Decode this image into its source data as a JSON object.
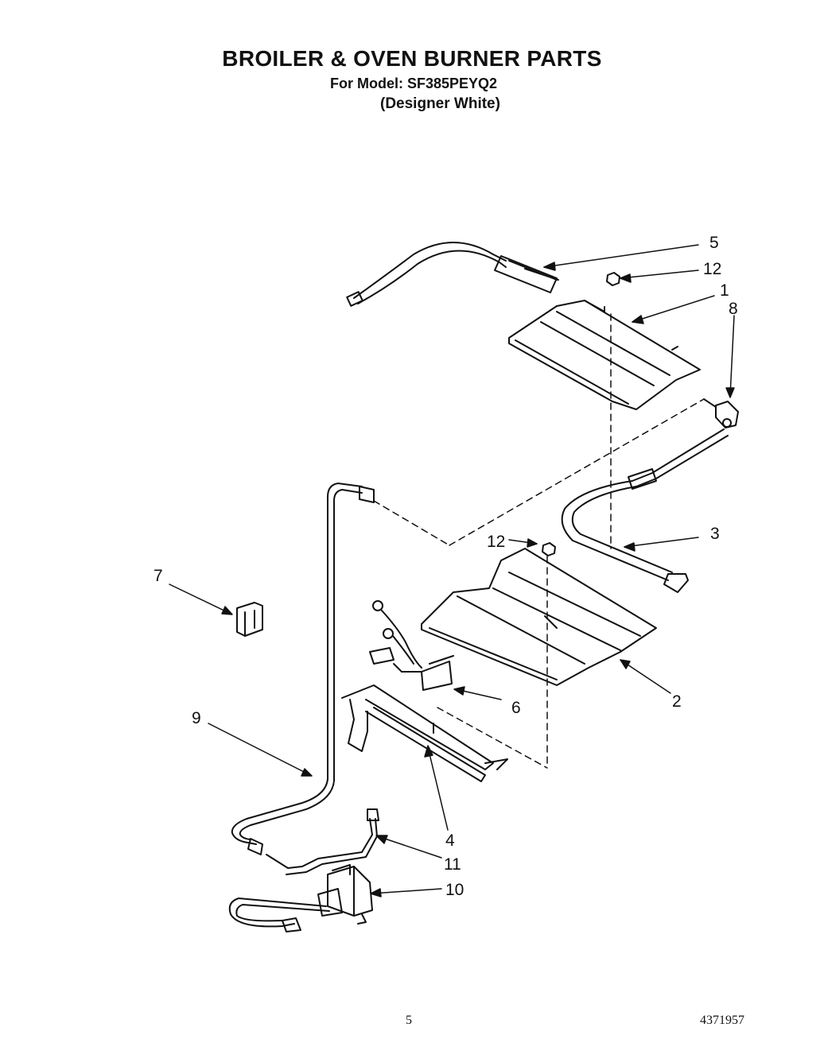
{
  "header": {
    "title": "BROILER & OVEN BURNER PARTS",
    "model_line": "For Model: SF385PEYQ2",
    "variant": "(Designer White)"
  },
  "callouts": [
    "5",
    "12",
    "1",
    "8",
    "3",
    "12",
    "7",
    "2",
    "6",
    "9",
    "4",
    "11",
    "10"
  ],
  "footer": {
    "page_number": "5",
    "document_number": "4371957"
  }
}
